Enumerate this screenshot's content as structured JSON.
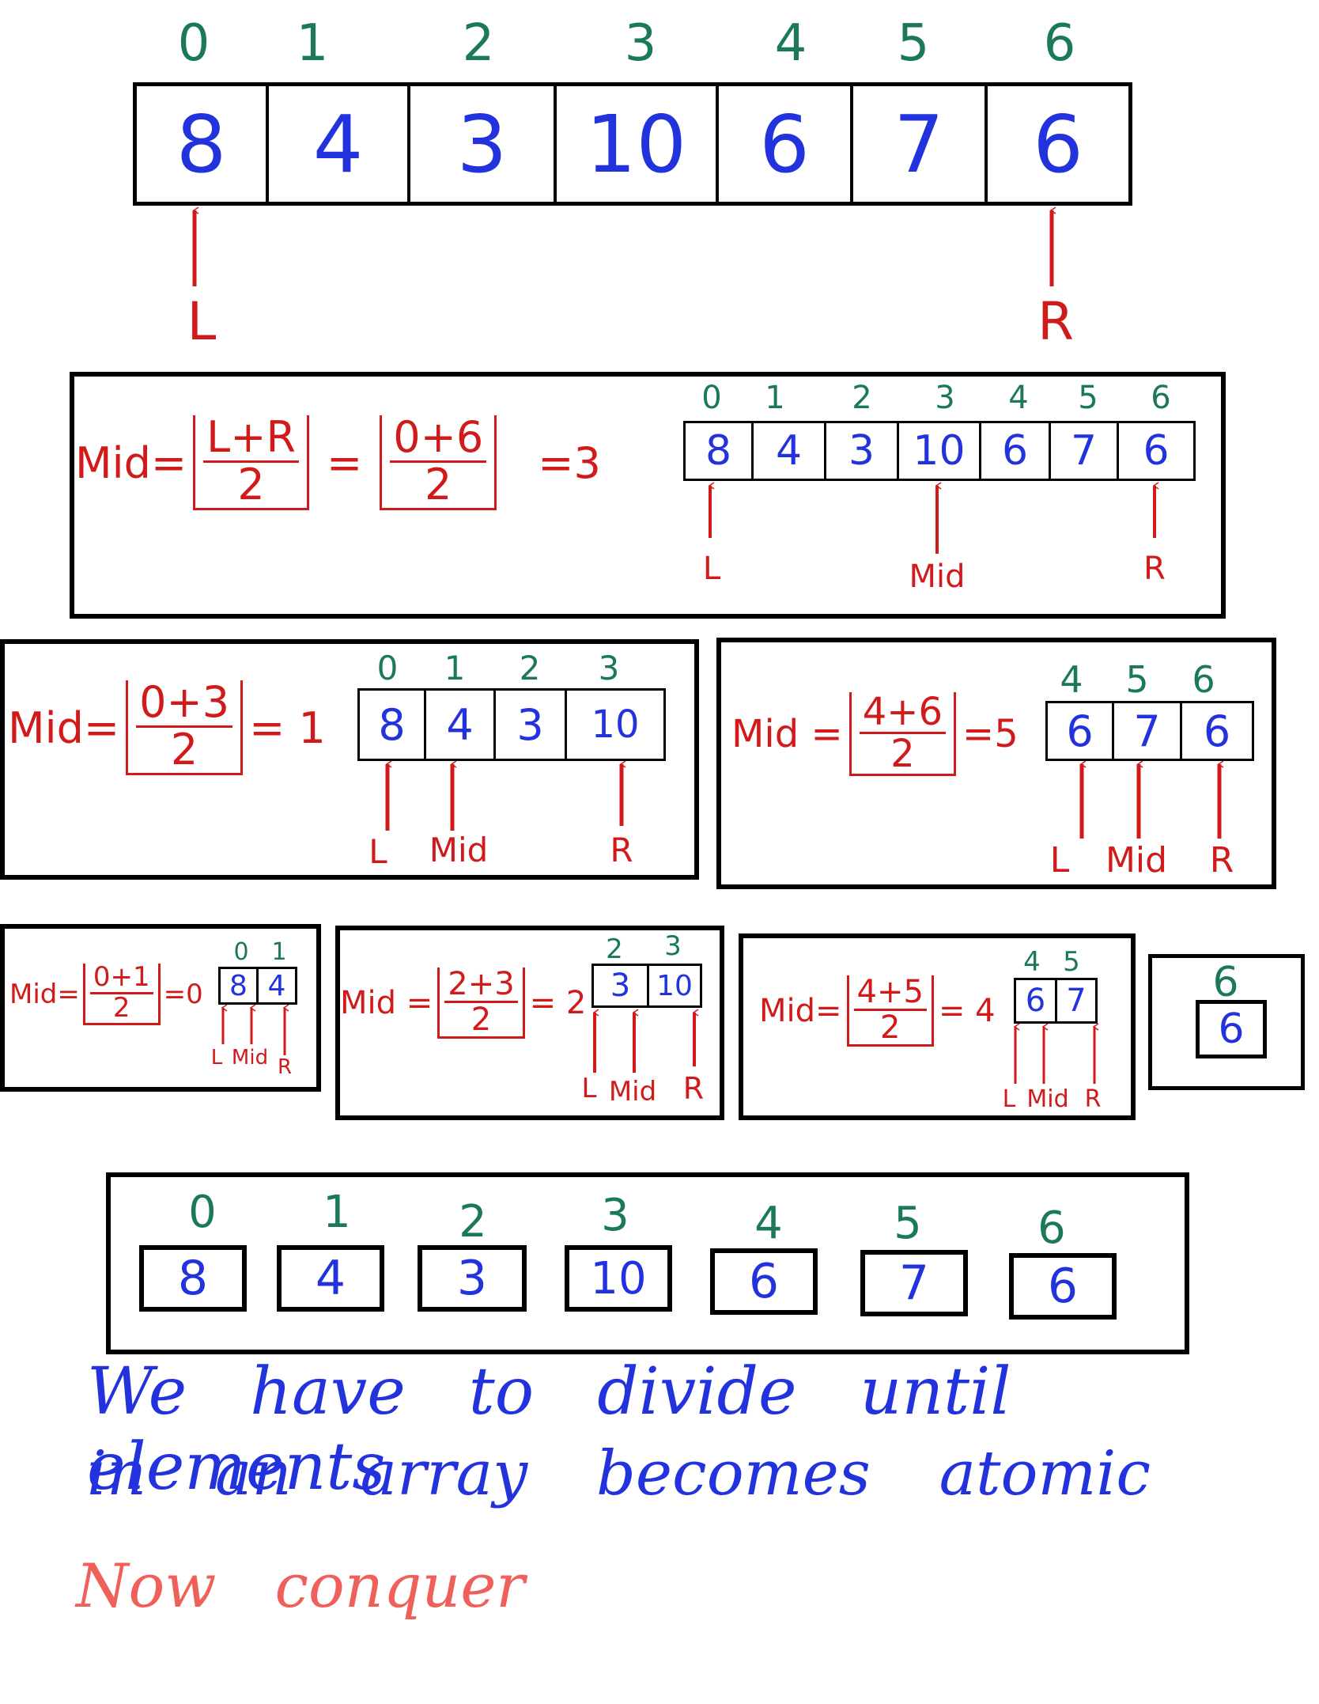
{
  "colors": {
    "value": "#2233dd",
    "index": "#1b7a55",
    "pointer": "#d11b1b",
    "note": "#2233dd",
    "conclusion": "#f0605a"
  },
  "top_array": {
    "indices": [
      "0",
      "1",
      "2",
      "3",
      "4",
      "5",
      "6"
    ],
    "values": [
      "8",
      "4",
      "3",
      "10",
      "6",
      "7",
      "6"
    ],
    "left_label": "L",
    "right_label": "R"
  },
  "step1": {
    "formula": {
      "prefix": "Mid=",
      "num1": "L+R",
      "den1": "2",
      "eq": "=",
      "num2": "0+6",
      "den2": "2",
      "result": "=3"
    },
    "indices": [
      "0",
      "1",
      "2",
      "3",
      "4",
      "5",
      "6"
    ],
    "values": [
      "8",
      "4",
      "3",
      "10",
      "6",
      "7",
      "6"
    ],
    "pointers": [
      "L",
      "Mid",
      "R"
    ]
  },
  "step2_left": {
    "formula": {
      "prefix": "Mid=",
      "num": "0+3",
      "den": "2",
      "result": "= 1"
    },
    "indices": [
      "0",
      "1",
      "2",
      "3"
    ],
    "values": [
      "8",
      "4",
      "3",
      "10"
    ],
    "pointers": [
      "L",
      "Mid",
      "R"
    ]
  },
  "step2_right": {
    "formula": {
      "prefix": "Mid =",
      "num": "4+6",
      "den": "2",
      "result": "=5"
    },
    "indices": [
      "4",
      "5",
      "6"
    ],
    "values": [
      "6",
      "7",
      "6"
    ],
    "pointers": [
      "L",
      "Mid",
      "R"
    ]
  },
  "step3_a": {
    "formula": {
      "prefix": "Mid=",
      "num": "0+1",
      "den": "2",
      "result": "=0"
    },
    "indices": [
      "0",
      "1"
    ],
    "values": [
      "8",
      "4"
    ],
    "pointers": [
      "L",
      "Mid",
      "R"
    ]
  },
  "step3_b": {
    "formula": {
      "prefix": "Mid =",
      "num": "2+3",
      "den": "2",
      "result": "= 2"
    },
    "indices": [
      "2",
      "3"
    ],
    "values": [
      "3",
      "10"
    ],
    "pointers": [
      "L",
      "Mid",
      "R"
    ]
  },
  "step3_c": {
    "formula": {
      "prefix": "Mid=",
      "num": "4+5",
      "den": "2",
      "result": "= 4"
    },
    "indices": [
      "4",
      "5"
    ],
    "values": [
      "6",
      "7"
    ],
    "pointers": [
      "L",
      "Mid",
      "R"
    ]
  },
  "step3_d": {
    "index": "6",
    "value": "6"
  },
  "atomic": {
    "indices": [
      "0",
      "1",
      "2",
      "3",
      "4",
      "5",
      "6"
    ],
    "values": [
      "8",
      "4",
      "3",
      "10",
      "6",
      "7",
      "6"
    ]
  },
  "notes": {
    "line1": "We have to divide until elements",
    "line2": "in an array becomes atomic",
    "conclusion": "Now conquer"
  }
}
